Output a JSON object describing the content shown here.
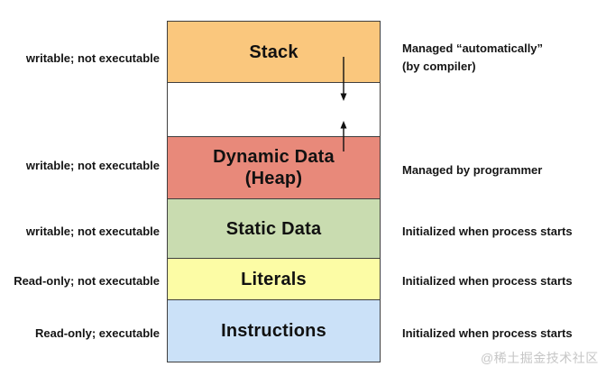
{
  "diagram": {
    "description": "process memory layout",
    "border_color": "#3F3F3F",
    "text_color": "#111111",
    "segments": [
      {
        "id": "stack",
        "label": "Stack",
        "fill": "#FAC77D",
        "left_note": "writable; not executable",
        "right_note_line1": "Managed “automatically”",
        "right_note_line2": "(by compiler)"
      },
      {
        "id": "unused-gap",
        "label": "",
        "fill": "#FFFFFF"
      },
      {
        "id": "heap",
        "label_line1": "Dynamic Data",
        "label_line2": "(Heap)",
        "fill": "#E8897A",
        "left_note": "writable; not executable",
        "right_note": "Managed by programmer"
      },
      {
        "id": "static-data",
        "label": "Static Data",
        "fill": "#C9DCB0",
        "left_note": "writable; not executable",
        "right_note": "Initialized when process starts"
      },
      {
        "id": "literals",
        "label": "Literals",
        "fill": "#FCFCA5",
        "left_note": "Read-only; not executable",
        "right_note": "Initialized when process starts"
      },
      {
        "id": "instructions",
        "label": "Instructions",
        "fill": "#CBE1F8",
        "left_note": "Read-only; executable",
        "right_note": "Initialized when process starts"
      }
    ],
    "arrows": [
      {
        "id": "stack-growth-arrow",
        "direction": "down",
        "color": "#111111"
      },
      {
        "id": "heap-growth-arrow",
        "direction": "up",
        "color": "#111111"
      }
    ]
  },
  "watermark": {
    "text": "@稀土掘金技术社区",
    "color": "#C6C6C6"
  }
}
